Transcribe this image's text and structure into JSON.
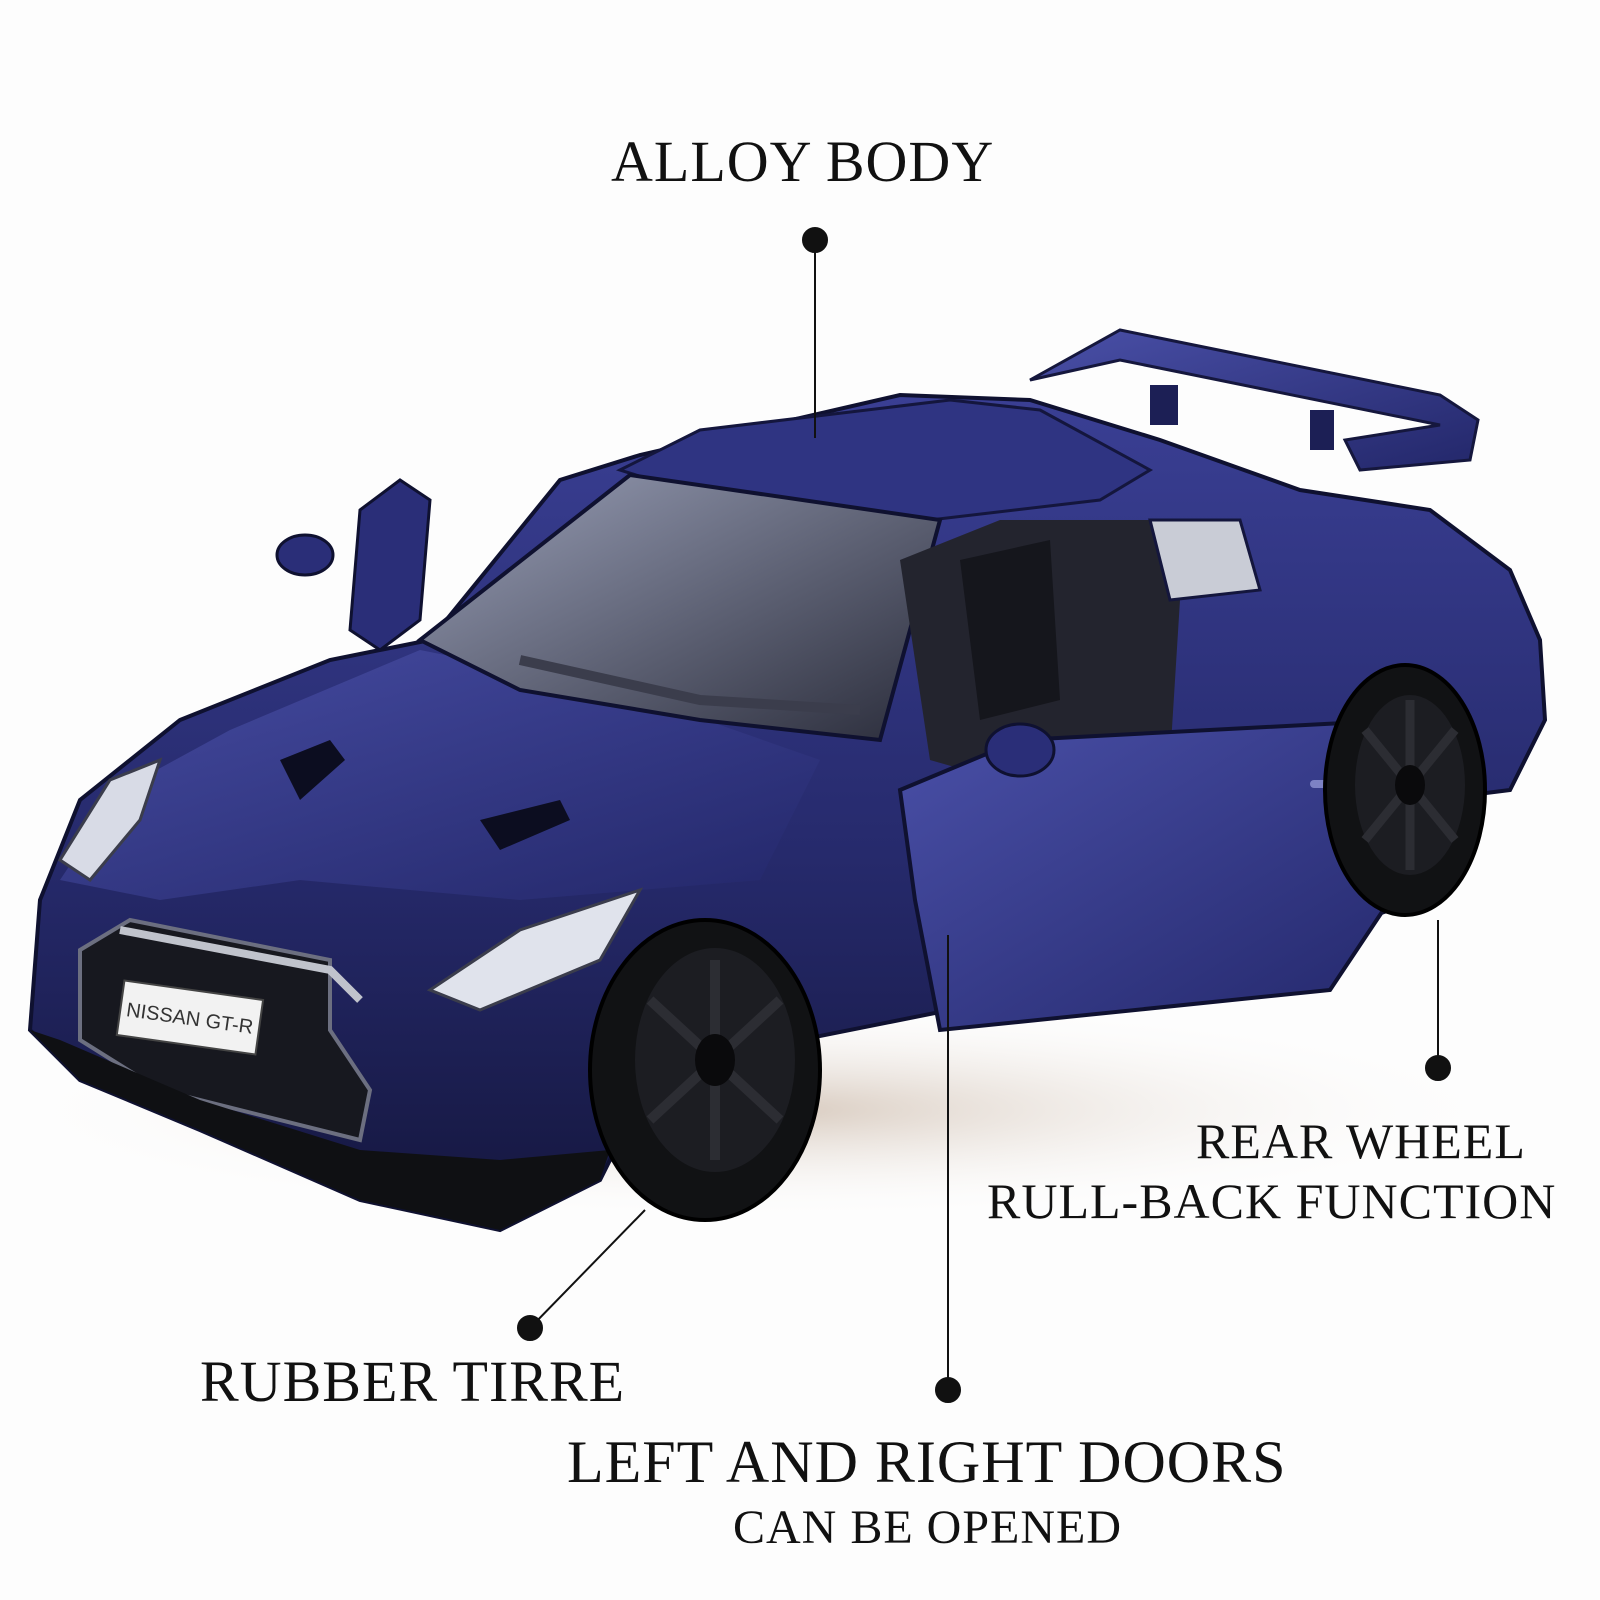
{
  "product_image": {
    "subject": "blue diecast Nissan GT-R model car with doors open",
    "plate_text": "NISSAN GT-R",
    "body_color": "#2a2d72",
    "background_color": "#ffffff"
  },
  "callouts": {
    "alloy_body": "ALLOY BODY",
    "rear_wheel_line1": "REAR WHEEL",
    "rear_wheel_line2": "RULL-BACK FUNCTION",
    "rubber_tire": "RUBBER TIRRE",
    "doors_line1": "LEFT AND RIGHT DOORS",
    "doors_line2": "CAN BE OPENED"
  }
}
